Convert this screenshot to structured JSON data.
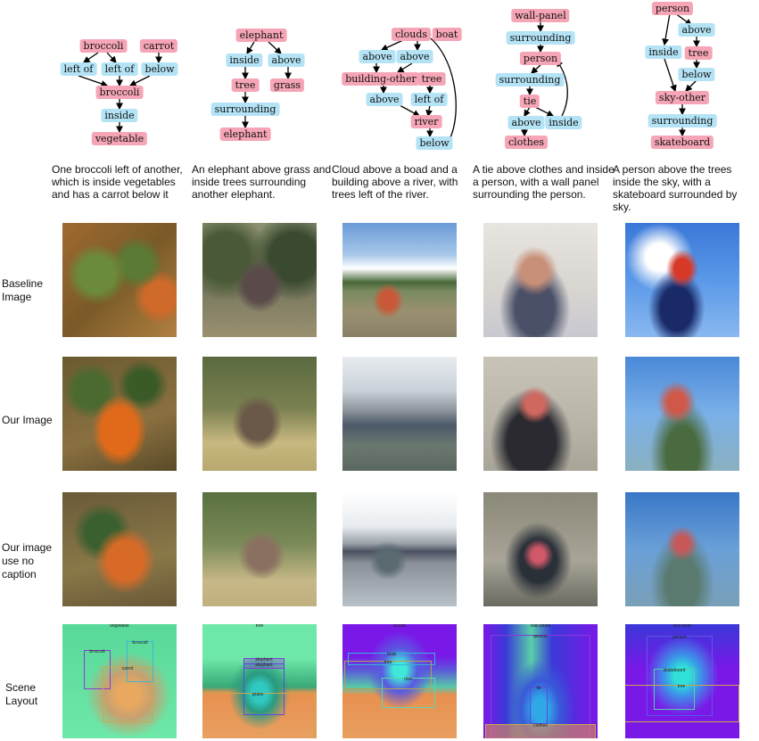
{
  "row_labels": {
    "baseline": "Baseline Image",
    "ours": "Our Image",
    "nocap": "Our image use no caption",
    "layout": "Scene Layout"
  },
  "columns": [
    {
      "caption": "One broccoli left of another, which is inside vegetables and has a carrot below it",
      "nodes": [
        "broccoli",
        "carrot",
        "left of",
        "left of",
        "below",
        "broccoli",
        "inside",
        "vegetable"
      ],
      "layout_labels": [
        "vegetable",
        "broccoli",
        "broccoli",
        "carrot"
      ]
    },
    {
      "caption": "An elephant above grass and inside trees surrounding another elephant.",
      "nodes": [
        "elephant",
        "inside",
        "above",
        "tree",
        "grass",
        "surrounding",
        "elephant"
      ],
      "layout_labels": [
        "tree",
        "elephant",
        "elephant",
        "grass"
      ]
    },
    {
      "caption": "Cloud above a boad and a building above a river, with trees left of the river.",
      "nodes": [
        "clouds",
        "boat",
        "above",
        "above",
        "building-other",
        "tree",
        "above",
        "left of",
        "river",
        "below"
      ],
      "layout_labels": [
        "clouds",
        "boat",
        "tree",
        "river"
      ]
    },
    {
      "caption": "A tie above clothes and inside a person, with a wall panel surrounding the person.",
      "nodes": [
        "wall-panel",
        "surrounding",
        "person",
        "surrounding",
        "tie",
        "above",
        "inside",
        "clothes"
      ],
      "layout_labels": [
        "wall-panel",
        "person",
        "tie",
        "clothes"
      ]
    },
    {
      "caption": "A person above the trees inside the sky, with a skateboard surrounded by sky.",
      "nodes": [
        "person",
        "above",
        "inside",
        "tree",
        "below",
        "sky-other",
        "surrounding",
        "skateboard"
      ],
      "layout_labels": [
        "sky-other",
        "person",
        "skateboard",
        "tree"
      ]
    }
  ]
}
